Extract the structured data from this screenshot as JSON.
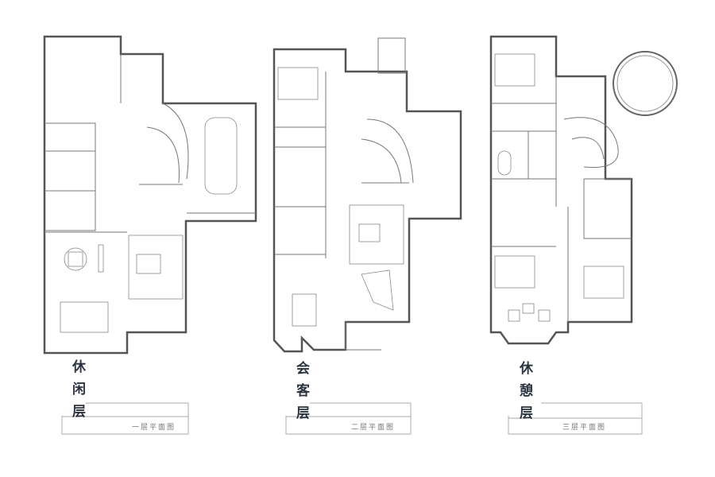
{
  "floors": [
    {
      "title": "休闲层",
      "chars": [
        "休",
        "闲",
        "层"
      ],
      "caption": "一层平面图"
    },
    {
      "title": "会客层",
      "chars": [
        "会",
        "客",
        "层"
      ],
      "caption": "二层平面图"
    },
    {
      "title": "休憩层",
      "chars": [
        "休",
        "憩",
        "层"
      ],
      "caption": "三层平面图"
    }
  ]
}
